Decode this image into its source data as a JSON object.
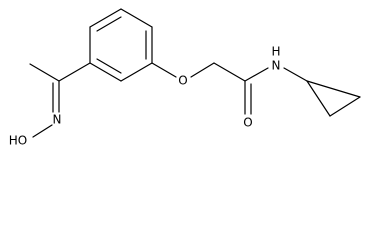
{
  "molecule": {
    "atoms": {
      "O_ether": "O",
      "N_amide": "N",
      "H_amide": "H",
      "O_carbonyl": "O",
      "N_oxime": "N",
      "HO_oxime": "HO"
    },
    "colors": {
      "bond": "#000000",
      "label": "#000000",
      "background": "#ffffff"
    }
  }
}
